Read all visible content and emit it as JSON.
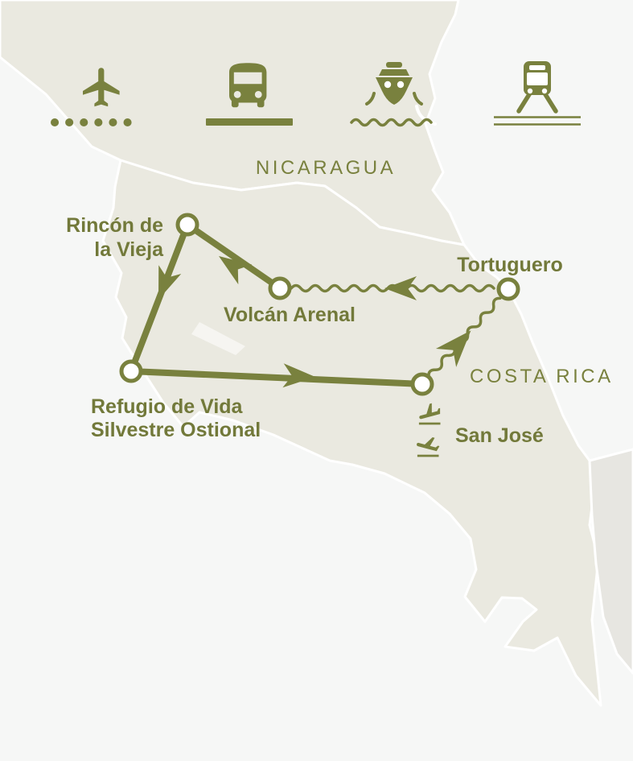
{
  "map_title_labels": {
    "country_1": "NICARAGUA",
    "country_2": "COSTA RICA"
  },
  "legend": {
    "items": [
      {
        "mode": "flight",
        "icon": "plane-icon",
        "line_style": "dotted"
      },
      {
        "mode": "bus",
        "icon": "bus-icon",
        "line_style": "solid"
      },
      {
        "mode": "boat",
        "icon": "ship-icon",
        "line_style": "wavy"
      },
      {
        "mode": "train",
        "icon": "train-icon",
        "line_style": "double"
      }
    ]
  },
  "stops": [
    {
      "name": "Rincón de la Vieja",
      "label_line1": "Rincón de",
      "label_line2": "la Vieja"
    },
    {
      "name": "Volcán Arenal",
      "label_line1": "Volcán Arenal"
    },
    {
      "name": "Tortuguero",
      "label_line1": "Tortuguero"
    },
    {
      "name": "San José",
      "label_line1": "San José",
      "icons": [
        "plane-landing-icon",
        "plane-takeoff-icon"
      ]
    },
    {
      "name": "Refugio de Vida Silvestre Ostional",
      "label_line1": "Refugio de Vida",
      "label_line2": "Silvestre Ostional"
    }
  ],
  "routes": [
    {
      "from": "San José",
      "to": "Tortuguero",
      "mode": "boat"
    },
    {
      "from": "Tortuguero",
      "to": "Volcán Arenal",
      "mode": "boat"
    },
    {
      "from": "Volcán Arenal",
      "to": "Rincón de la Vieja",
      "mode": "bus"
    },
    {
      "from": "Rincón de la Vieja",
      "to": "Refugio de Vida Silvestre Ostional",
      "mode": "bus"
    },
    {
      "from": "Refugio de Vida Silvestre Ostional",
      "to": "San José",
      "mode": "bus"
    }
  ],
  "colors": {
    "accent": "#79813e",
    "label_text": "#72793a",
    "land": "#eae9e0",
    "land_neighbor": "#e7e6e1",
    "ocean": "#f6f7f6",
    "coast_border": "#ffffff",
    "node_fill": "#ffffff"
  }
}
